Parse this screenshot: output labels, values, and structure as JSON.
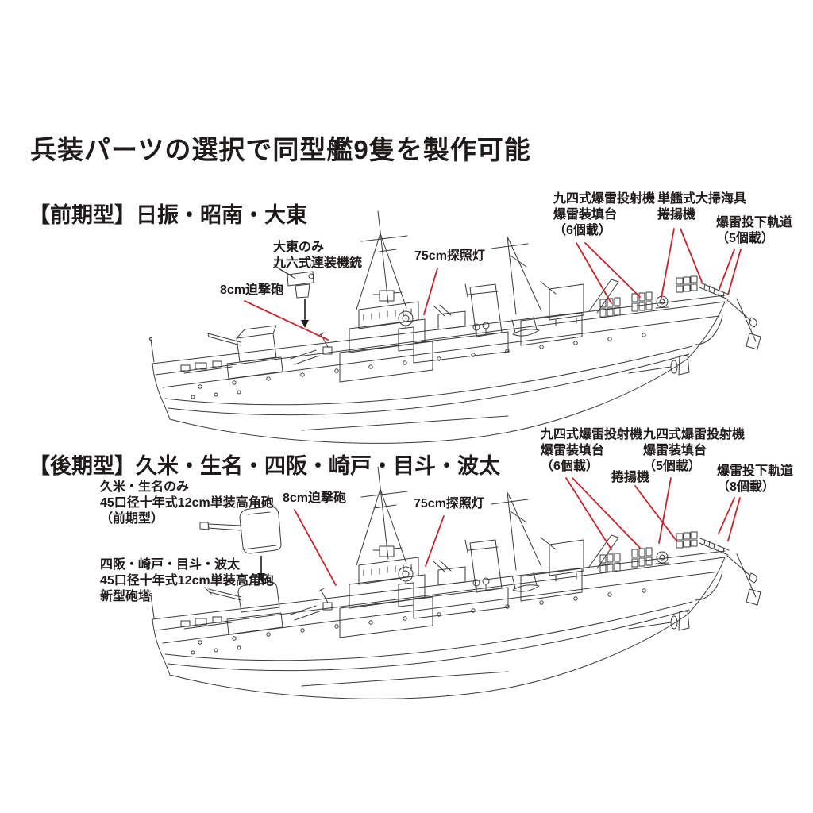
{
  "colors": {
    "accent_red": "#c5242c",
    "ink": "#1f1b1a",
    "background": "#ffffff"
  },
  "title": "兵装パーツの選択で同型艦9隻を製作可能",
  "early": {
    "heading": "【前期型】日振・昭南・大東",
    "labels": {
      "daito_mg": "大東のみ\n九六式連装機銃",
      "mortar": "8cm迫撃砲",
      "searchlight": "75cm探照灯",
      "dc_projector_6": "九四式爆雷投射機\n爆雷装填台\n（6個載）",
      "minesweep_winch": "単艦式大掃海具\n捲揚機",
      "dc_rail_5": "爆雷投下軌道\n（5個載）"
    }
  },
  "late": {
    "heading": "【後期型】久米・生名・四阪・崎戸・目斗・波太",
    "labels": {
      "kume_ikuna_gun": "久米・生名のみ\n45口径十年式12cm単装高角砲\n（前期型）",
      "shisaka_group_gun": "四阪・崎戸・目斗・波太\n45口径十年式12cm単装高角砲\n新型砲塔",
      "mortar": "8cm迫撃砲",
      "searchlight": "75cm探照灯",
      "dc_projector_6": "九四式爆雷投射機\n爆雷装填台\n（6個載）",
      "dc_projector_5": "九四式爆雷投射機\n爆雷装填台\n（5個載）",
      "winch": "捲揚機",
      "dc_rail_8": "爆雷投下軌道\n（8個載）"
    }
  }
}
